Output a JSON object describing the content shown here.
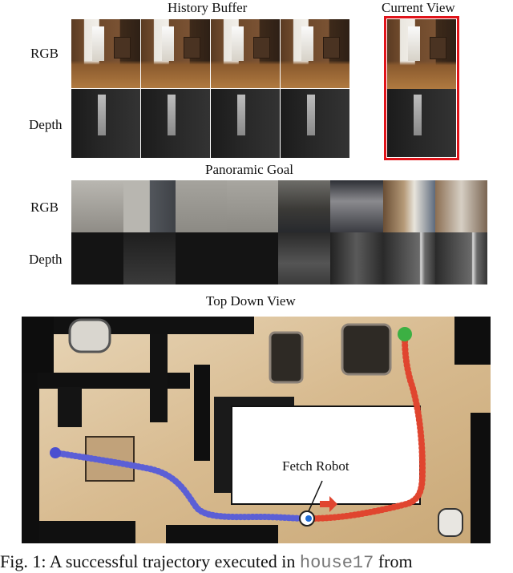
{
  "labels": {
    "history_buffer": "History Buffer",
    "current_view": "Current View",
    "panoramic_goal": "Panoramic Goal",
    "top_down_view": "Top Down View",
    "rgb_row_1": "RGB",
    "depth_row_1": "Depth",
    "rgb_row_2": "RGB",
    "depth_row_2": "Depth",
    "fetch_robot": "Fetch Robot"
  },
  "caption": {
    "prefix": "Fig. 1: A successful trajectory executed in ",
    "code": "house17",
    "suffix": " from"
  },
  "colors": {
    "current_view_border": "#e0141a",
    "trajectory_history": "#5b5fd6",
    "trajectory_future": "#e0452f",
    "goal_marker": "#3cb043",
    "start_marker": "#4a4fd0"
  }
}
